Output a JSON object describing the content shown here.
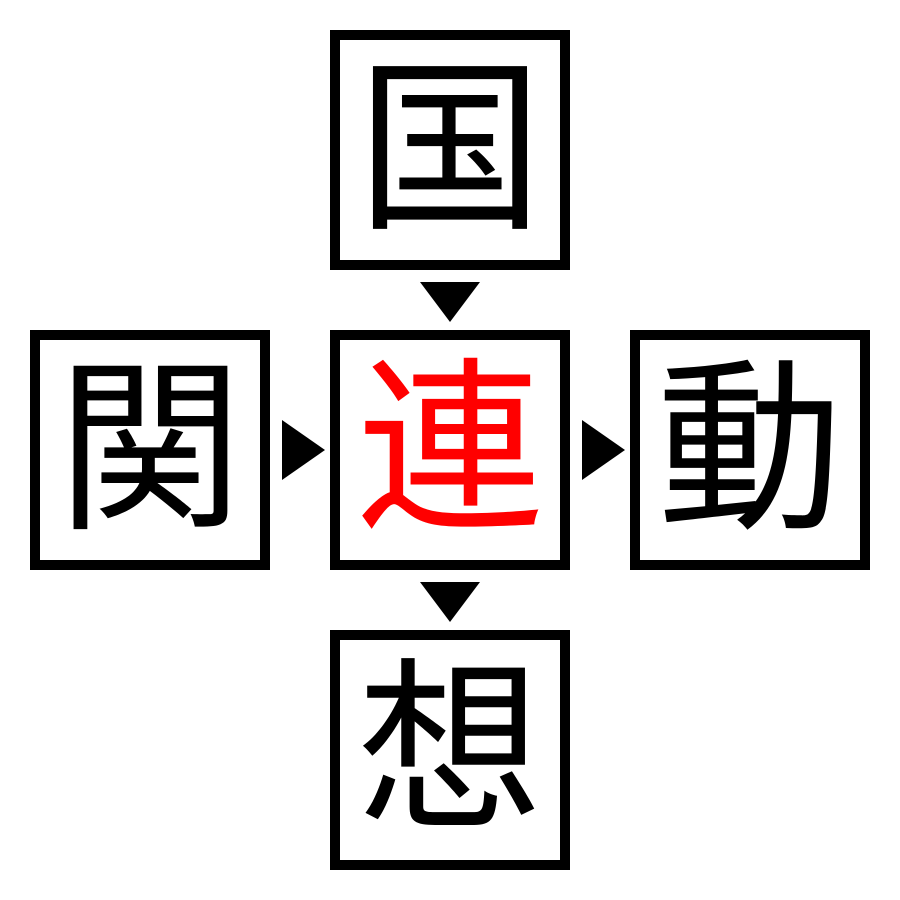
{
  "puzzle": {
    "top": {
      "char": "国"
    },
    "left": {
      "char": "関"
    },
    "center": {
      "char": "連",
      "color": "#ff0000"
    },
    "right": {
      "char": "動"
    },
    "bottom": {
      "char": "想"
    }
  },
  "arrows": [
    {
      "from": "top",
      "to": "center",
      "direction": "down"
    },
    {
      "from": "left",
      "to": "center",
      "direction": "right"
    },
    {
      "from": "center",
      "to": "right",
      "direction": "right"
    },
    {
      "from": "center",
      "to": "bottom",
      "direction": "down"
    }
  ],
  "words": [
    "国連",
    "関連",
    "連動",
    "連想"
  ]
}
